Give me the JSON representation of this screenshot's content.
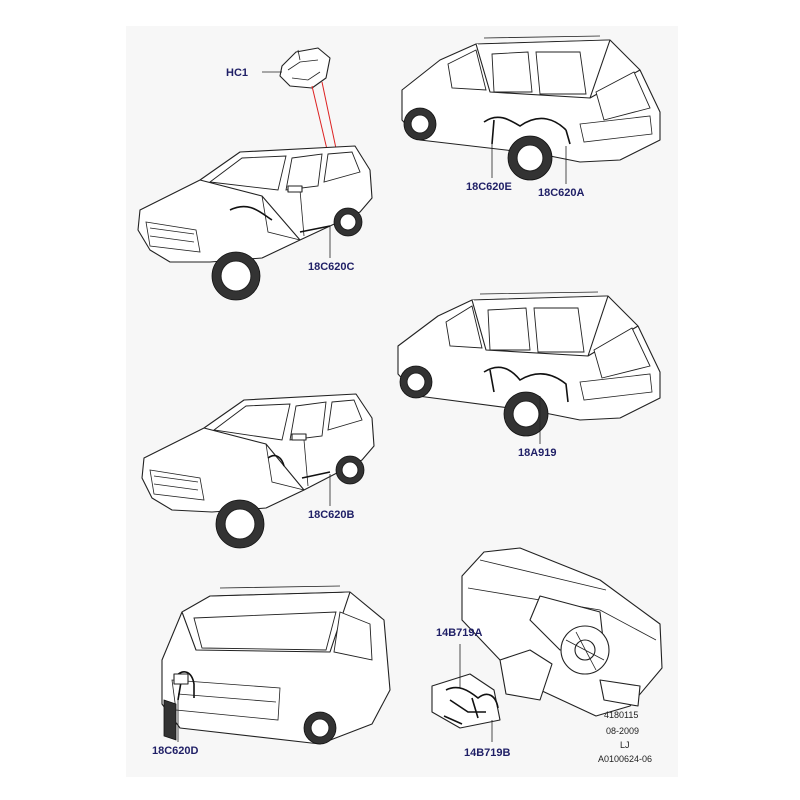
{
  "callouts": {
    "hc1": "HC1",
    "c620a": "18C620A",
    "c620b": "18C620B",
    "c620c": "18C620C",
    "c620d": "18C620D",
    "c620e": "18C620E",
    "a919": "18A919",
    "b719a": "14B719A",
    "b719b": "14B719B"
  },
  "footer": {
    "ref_number": "4180115",
    "date": "08-2009",
    "initials": "LJ",
    "drawing_id": "A0100624-06"
  },
  "colors": {
    "callout_text": "#1f1f66",
    "leader_highlight": "#dd2222",
    "panel_bg": "#f7f7f7"
  }
}
